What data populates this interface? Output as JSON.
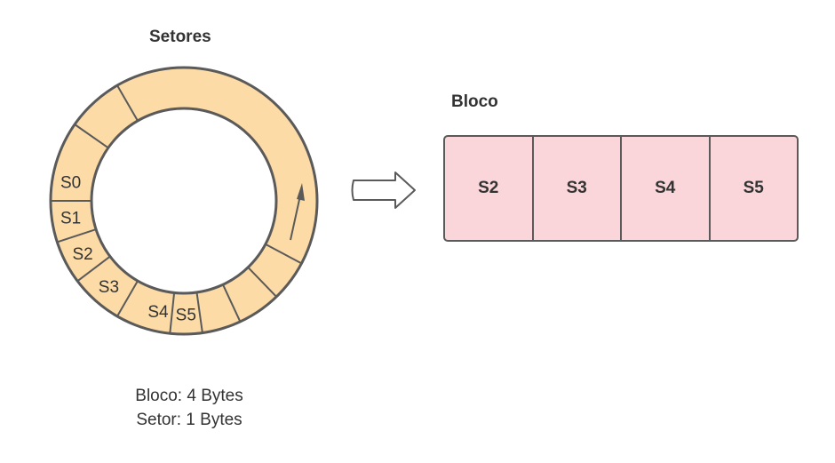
{
  "setores_title": "Setores",
  "bloco_title": "Bloco",
  "ring": {
    "sector_labels": [
      "S0",
      "S1",
      "S2",
      "S3",
      "S4",
      "S5"
    ],
    "fill_color": "#fcdba6",
    "stroke_color": "#5a5a5a"
  },
  "block": {
    "cells": [
      "S2",
      "S3",
      "S4",
      "S5"
    ],
    "fill_color": "#fad6da"
  },
  "captions": {
    "line1": "Bloco: 4 Bytes",
    "line2": "Setor: 1 Bytes"
  }
}
